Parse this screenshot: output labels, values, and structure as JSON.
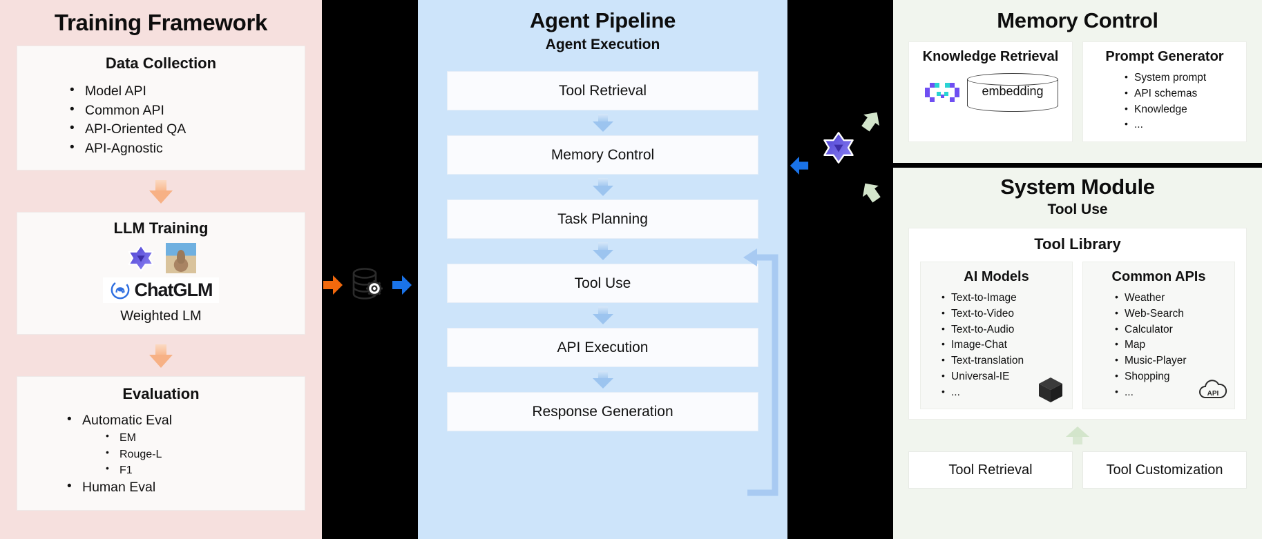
{
  "training": {
    "title": "Training Framework",
    "data_collection": {
      "title": "Data Collection",
      "items": [
        "Model API",
        "Common API",
        "API-Oriented QA",
        "API-Agnostic"
      ]
    },
    "llm_training": {
      "title": "LLM Training",
      "brand": "ChatGLM",
      "caption": "Weighted LM"
    },
    "evaluation": {
      "title": "Evaluation",
      "automatic_label": "Automatic Eval",
      "metrics": [
        "EM",
        "Rouge-L",
        "F1"
      ],
      "human_label": "Human Eval"
    }
  },
  "pipeline": {
    "title": "Agent Pipeline",
    "subtitle": "Agent Execution",
    "steps": [
      "Tool Retrieval",
      "Memory Control",
      "Task Planning",
      "Tool Use",
      "API Execution",
      "Response Generation"
    ]
  },
  "memory": {
    "title": "Memory Control",
    "knowledge_retrieval": {
      "title": "Knowledge Retrieval",
      "db_label": "embedding"
    },
    "prompt_generator": {
      "title": "Prompt Generator",
      "items": [
        "System prompt",
        "API schemas",
        "Knowledge",
        "..."
      ]
    }
  },
  "system": {
    "title": "System Module",
    "subtitle": "Tool Use",
    "tool_library": {
      "title": "Tool Library",
      "ai_models": {
        "title": "AI Models",
        "items": [
          "Text-to-Image",
          "Text-to-Video",
          "Text-to-Audio",
          "Image-Chat",
          "Text-translation",
          "Universal-IE",
          "..."
        ]
      },
      "common_apis": {
        "title": "Common APIs",
        "items": [
          "Weather",
          "Web-Search",
          "Calculator",
          "Map",
          "Music-Player",
          "Shopping",
          "..."
        ]
      },
      "api_icon_label": "API"
    },
    "tool_retrieval_label": "Tool Retrieval",
    "tool_customization_label": "Tool Customization"
  },
  "colors": {
    "training_bg": "#f6e0de",
    "pipeline_bg": "#cde4fa",
    "module_bg": "#f1f5ee",
    "arrow_orange": "#f2690d",
    "arrow_blue": "#1a73e8",
    "arrow_green": "#d3e5cb",
    "arrow_pink": "#f7b185",
    "logo_purple": "#5b4ae0"
  }
}
